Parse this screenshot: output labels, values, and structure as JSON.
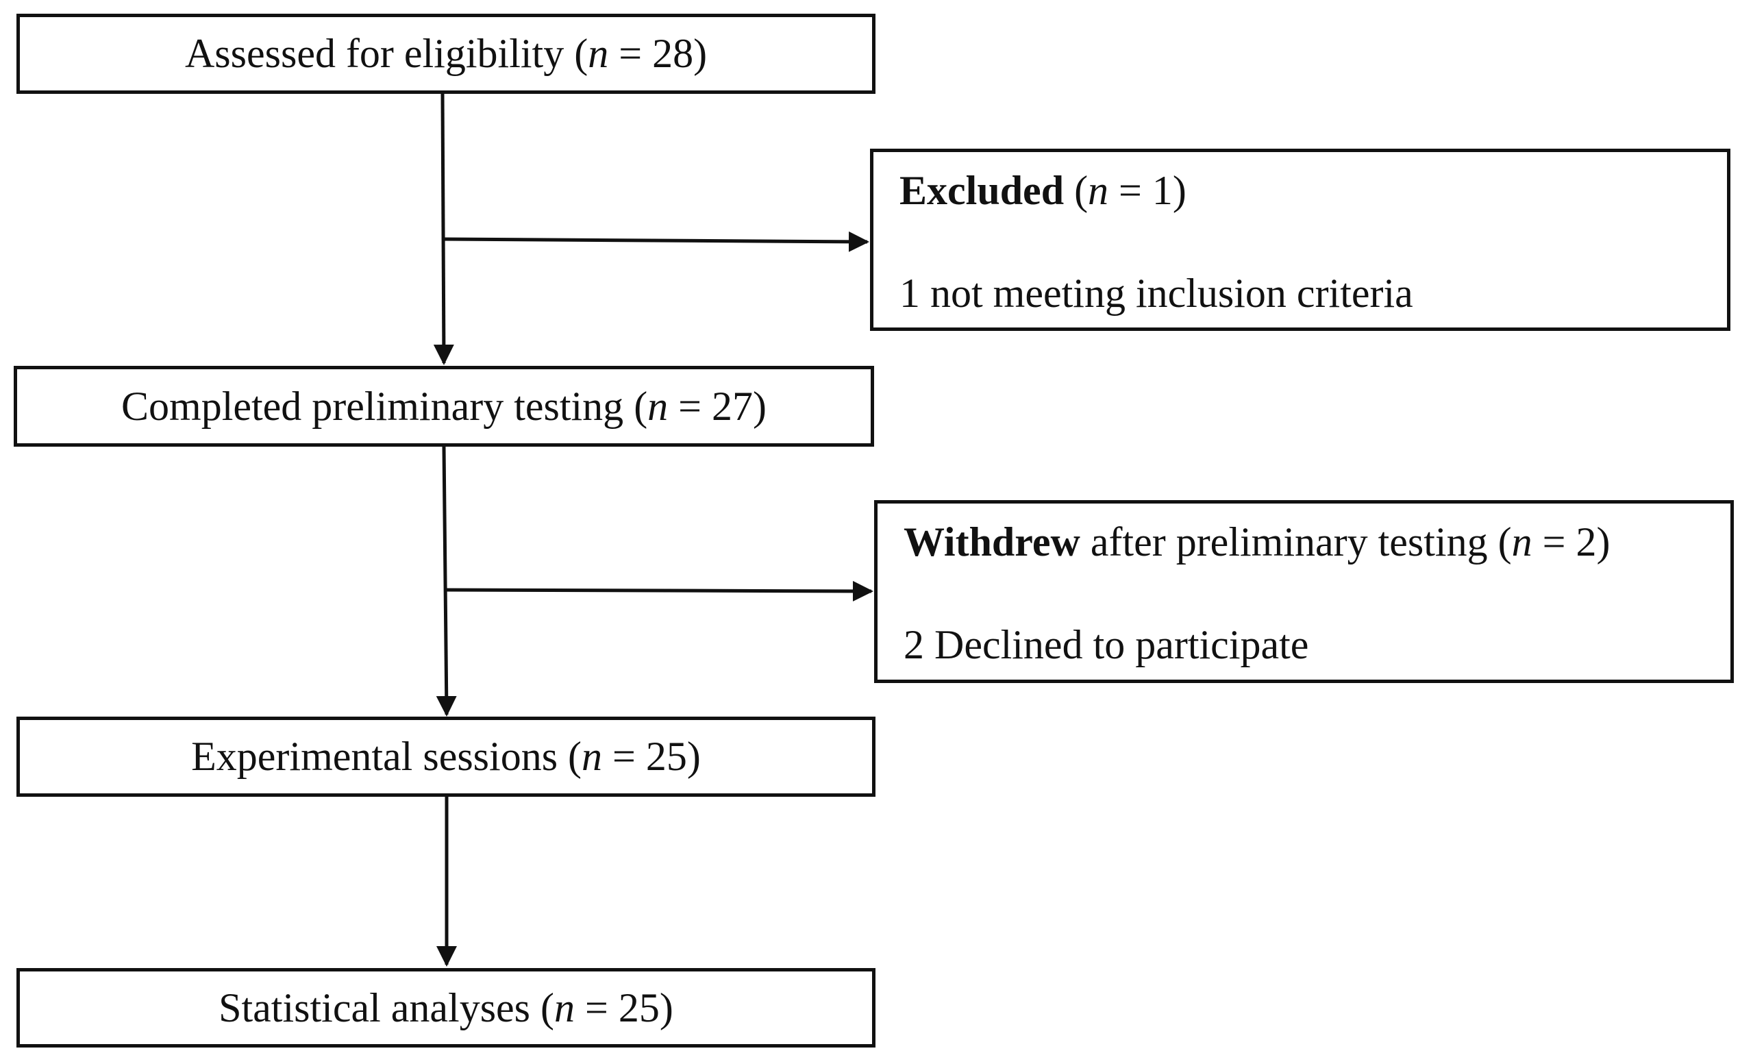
{
  "boxes": {
    "assessed": {
      "label": "Assessed for eligibility",
      "n_var": "n",
      "n_value": "28"
    },
    "excluded": {
      "bold": "Excluded",
      "label": "",
      "n_var": "n",
      "n_value": "1",
      "detail": "1 not meeting inclusion criteria"
    },
    "completed": {
      "label": "Completed preliminary testing",
      "n_var": "n",
      "n_value": "27"
    },
    "withdrew": {
      "bold": "Withdrew",
      "label": " after preliminary testing",
      "n_var": "n",
      "n_value": "2",
      "detail": "2 Declined to participate"
    },
    "experimental": {
      "label": "Experimental sessions",
      "n_var": "n",
      "n_value": "25"
    },
    "statistical": {
      "label": "Statistical analyses",
      "n_var": "n",
      "n_value": "25"
    }
  }
}
